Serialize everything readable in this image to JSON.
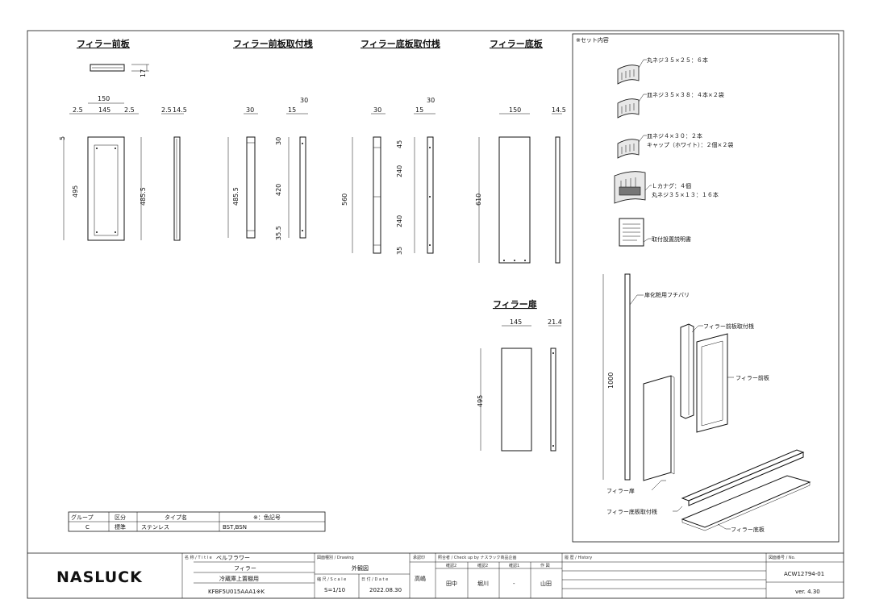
{
  "views": {
    "front_panel": {
      "title": "フィラー前板",
      "top_dim": "17",
      "width_total": "150",
      "width_left": "2.5",
      "width_mid": "145",
      "width_right": "2.5",
      "side_left": "2.5",
      "side_right": "14.5",
      "top_gap": "5",
      "height": "495",
      "inner_height": "485.5"
    },
    "front_frame": {
      "title": "フィラー前板取付桟",
      "width": "30",
      "side_w1": "15",
      "side_w2": "30",
      "height": "485.5",
      "d_top": "30",
      "d_mid": "420",
      "d_bot": "35.5"
    },
    "bottom_frame": {
      "title": "フィラー底板取付桟",
      "width": "30",
      "side_w1": "15",
      "side_w2": "30",
      "height": "560",
      "d_top": "45",
      "d_mid1": "240",
      "d_mid2": "240",
      "d_bot": "35"
    },
    "bottom_panel": {
      "title": "フィラー底板",
      "width": "150",
      "thickness": "14.5",
      "height": "610"
    },
    "door": {
      "title": "フィラー扉",
      "width": "145",
      "thickness": "21.4",
      "height": "495"
    }
  },
  "set_contents": {
    "heading": "※セット内容",
    "items": [
      "丸ネジ３５×２５：６本",
      "皿ネジ３５×３８：４本×２袋",
      "皿ネジ４×３０：２本",
      "キャップ（ホワイト）：２個×２袋",
      "Ｌカナグ：４個",
      "丸ネジ３５×１３：１６本",
      "取付設置説明書"
    ],
    "assembly": {
      "edge_trim": "扉化粧用フチバリ",
      "front_frame": "フィラー前板取付桟",
      "front_panel": "フィラー前板",
      "height": "1000",
      "door": "フィラー扉",
      "bottom_frame": "フィラー底板取付桟",
      "bottom_panel": "フィラー底板"
    }
  },
  "spec_table": {
    "headers": [
      "グループ",
      "区分",
      "タイプ名",
      "※：色記号"
    ],
    "row": [
      "C",
      "標準",
      "ステンレス",
      "BST,BSN"
    ]
  },
  "title_block": {
    "logo": "NASLUCK",
    "title_label": "名 称 / T i t l e",
    "title_value": "ベルフラワー",
    "sub1": "フィラー",
    "sub2": "冷蔵庫上置棚用",
    "model": "KFBF5U015AAA1※K",
    "drawing_label": "図面種別 / Drawing",
    "drawing_value": "外観図",
    "scale_label": "縮 尺 / S c a l e",
    "scale_value": "S=1/10",
    "date_label": "日 付 / D a t e",
    "date_value": "2022.08.30",
    "approval_label": "承認印",
    "approval_value": "高嶋",
    "check_label": "照合者 / Check up by ナスラック商品企画",
    "check_headers": [
      "確認2",
      "確認2",
      "確認1",
      "作 図"
    ],
    "check_values": [
      "田中",
      "堀川",
      "-",
      "山田"
    ],
    "history_label": "履 歴 / History",
    "number_label": "図面番号 / No.",
    "number_value": "ACW12794-01",
    "version": "ver. 4.30"
  }
}
